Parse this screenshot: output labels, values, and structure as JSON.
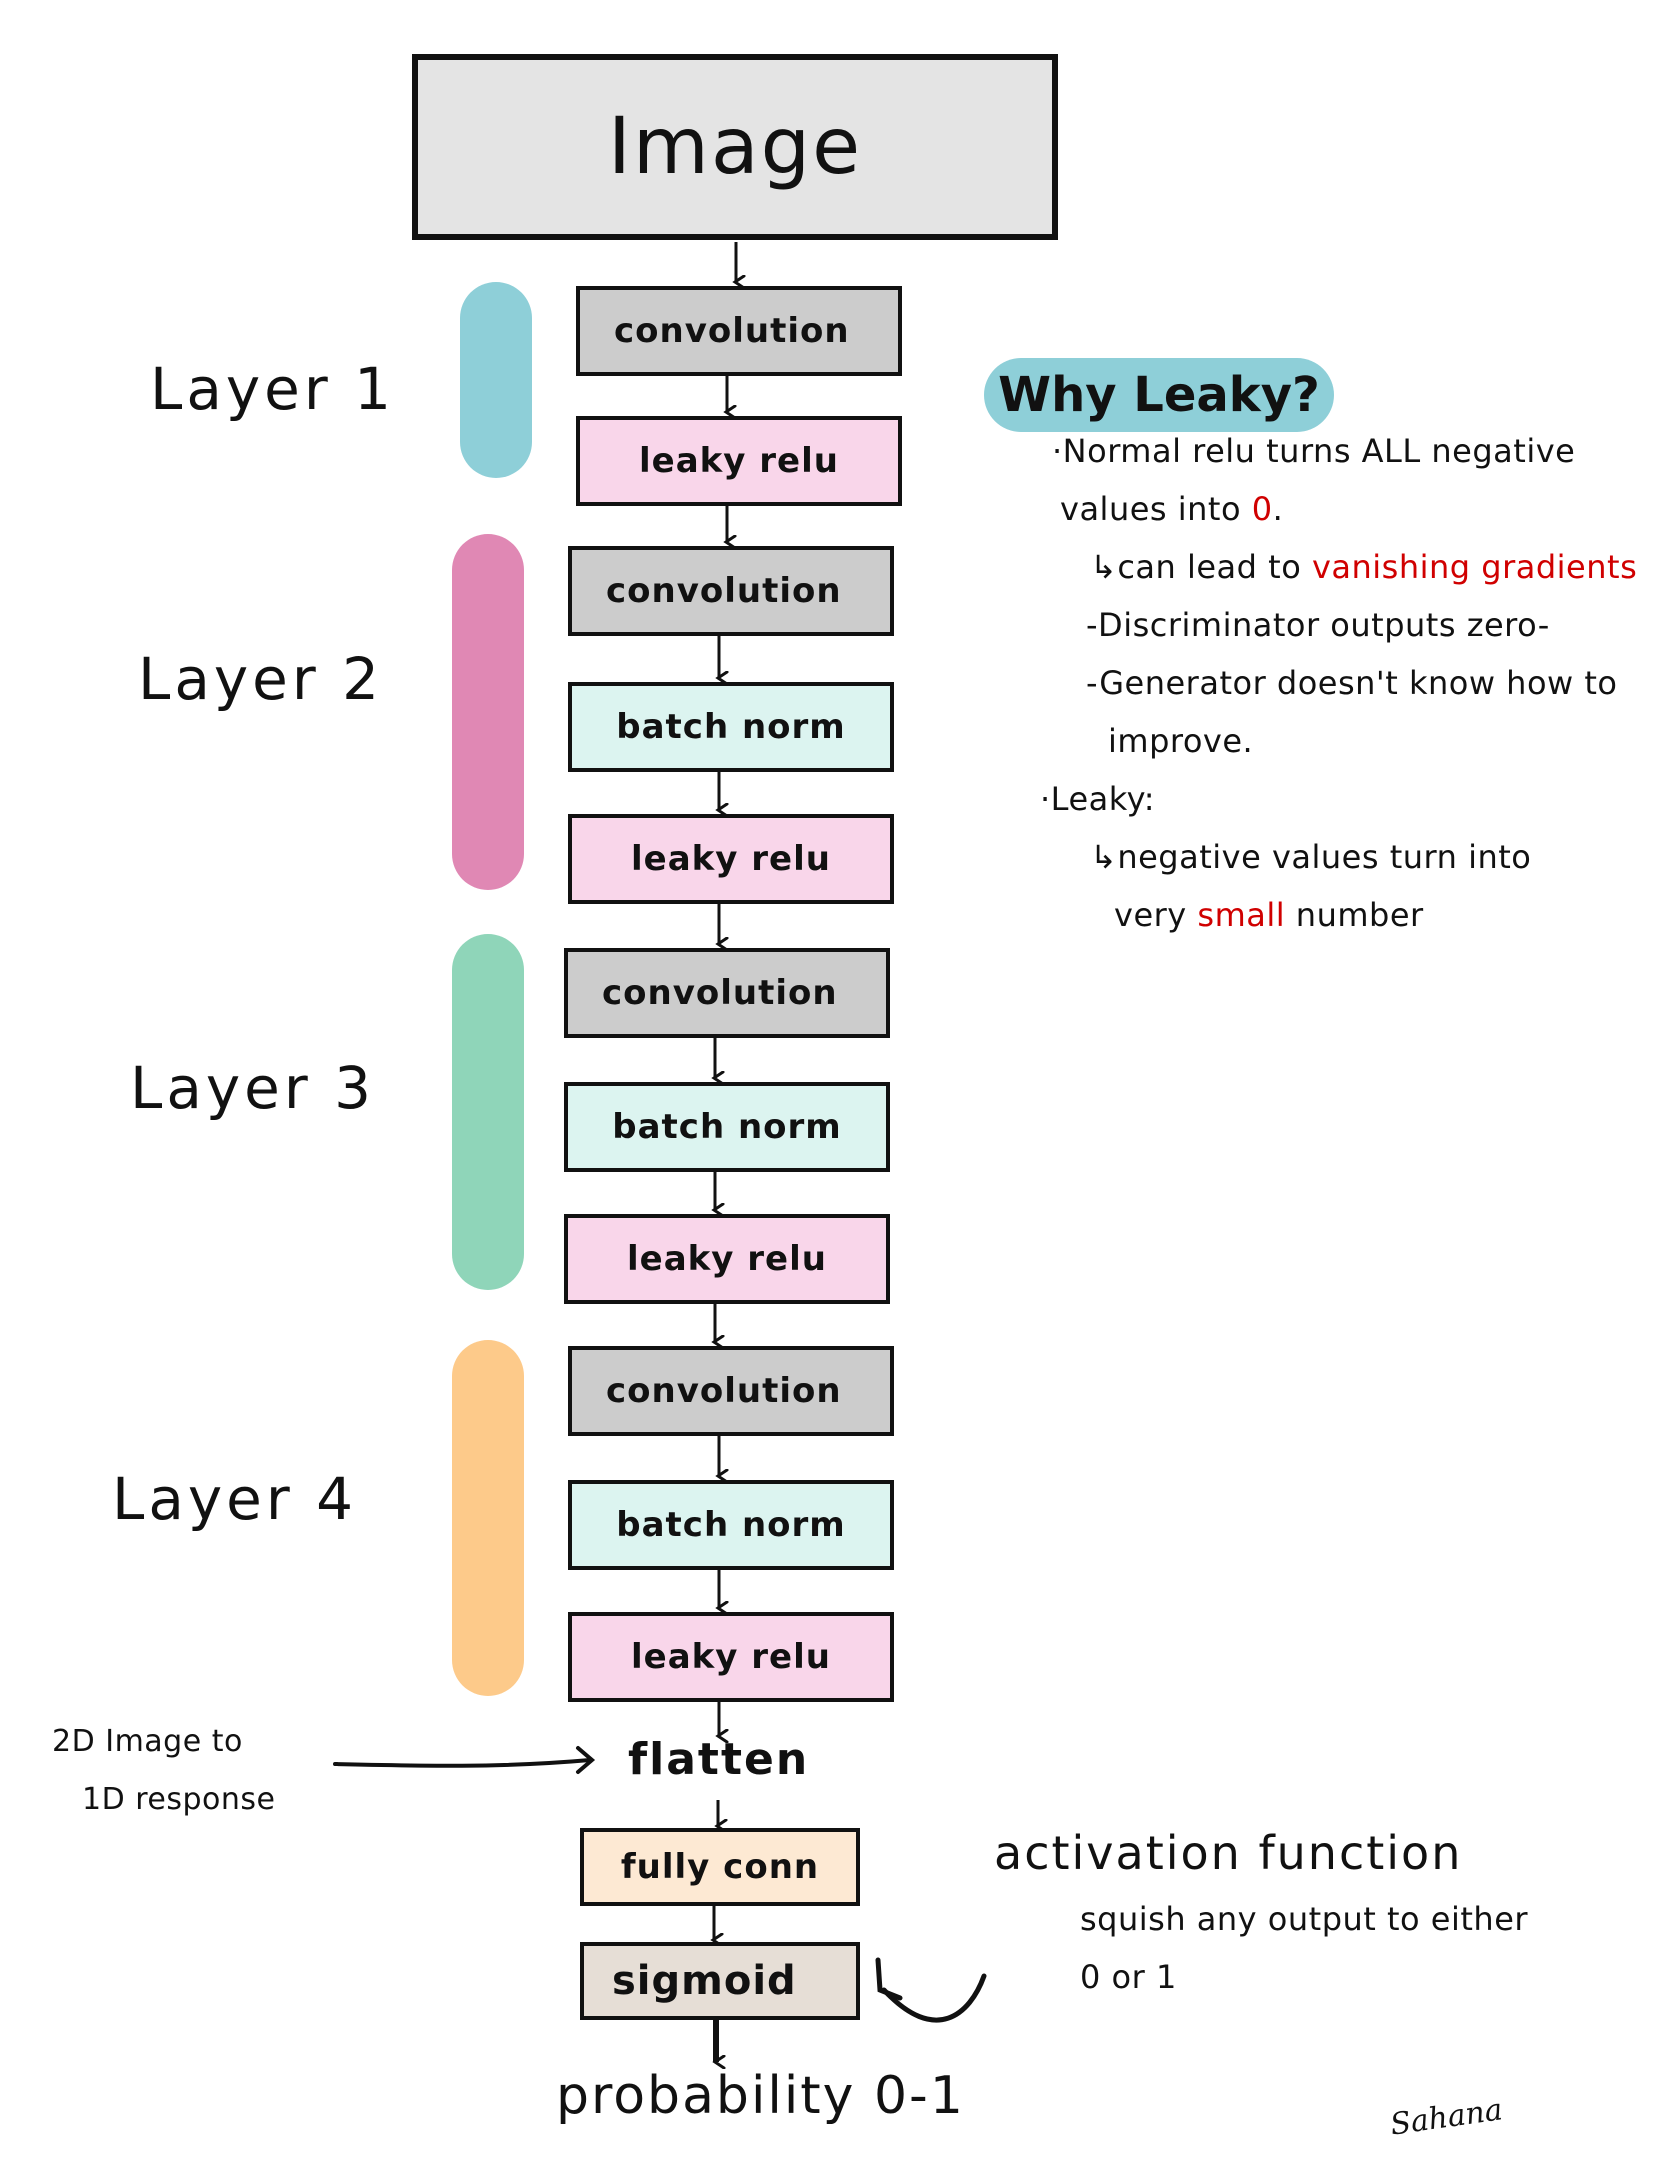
{
  "input": {
    "label": "Image"
  },
  "layers": [
    {
      "label": "Layer 1",
      "color": "#8ecfd8",
      "blocks": [
        {
          "type": "conv",
          "label": "convolution"
        },
        {
          "type": "relu",
          "label": "leaky relu"
        }
      ]
    },
    {
      "label": "Layer 2",
      "color": "#e088b4",
      "blocks": [
        {
          "type": "conv",
          "label": "convolution"
        },
        {
          "type": "bn",
          "label": "batch norm"
        },
        {
          "type": "relu",
          "label": "leaky relu"
        }
      ]
    },
    {
      "label": "Layer 3",
      "color": "#8fd5b9",
      "blocks": [
        {
          "type": "conv",
          "label": "convolution"
        },
        {
          "type": "bn",
          "label": "batch norm"
        },
        {
          "type": "relu",
          "label": "leaky relu"
        }
      ]
    },
    {
      "label": "Layer 4",
      "color": "#fdca8a",
      "blocks": [
        {
          "type": "conv",
          "label": "convolution"
        },
        {
          "type": "bn",
          "label": "batch norm"
        },
        {
          "type": "relu",
          "label": "leaky relu"
        }
      ]
    }
  ],
  "block_colors": {
    "conv": "#cccccc",
    "bn": "#dcf4f0",
    "relu": "#f9d6ea",
    "fc": "#fde9d3",
    "sigmoid": "#e6ded6",
    "image": "#e4e4e4"
  },
  "flatten": {
    "label": "flatten",
    "note_line1": "2D Image to",
    "note_line2": "1D response"
  },
  "fully_connected": {
    "label": "fully conn"
  },
  "sigmoid": {
    "label": "sigmoid"
  },
  "output": {
    "label": "probability 0-1"
  },
  "activation_note": {
    "title": "activation function",
    "line1": "squish any output to either",
    "line2": "0 or 1"
  },
  "why_leaky": {
    "title": "Why Leaky?",
    "lines": [
      {
        "parts": [
          {
            "text": "·Normal relu  turns  ALL  negative",
            "red": false
          }
        ]
      },
      {
        "parts": [
          {
            "text": "values  into ",
            "red": false
          },
          {
            "text": "0",
            "red": true
          },
          {
            "text": ".",
            "red": false
          }
        ]
      },
      {
        "parts": [
          {
            "text": "↳can  lead  to ",
            "red": false
          },
          {
            "text": "vanishing  gradients",
            "red": true
          }
        ]
      },
      {
        "parts": [
          {
            "text": "-Discriminator  outputs  zero-",
            "red": false
          }
        ]
      },
      {
        "parts": [
          {
            "text": "-Generator  doesn't  know  how to",
            "red": false
          }
        ]
      },
      {
        "parts": [
          {
            "text": "improve.",
            "red": false
          }
        ]
      },
      {
        "parts": [
          {
            "text": "·Leaky:",
            "red": false
          }
        ]
      },
      {
        "parts": [
          {
            "text": "↳negative   values   turn  into",
            "red": false
          }
        ]
      },
      {
        "parts": [
          {
            "text": "very  ",
            "red": false
          },
          {
            "text": "small",
            "red": true
          },
          {
            "text": "  number",
            "red": false
          }
        ]
      }
    ]
  },
  "signature": "Sahana"
}
